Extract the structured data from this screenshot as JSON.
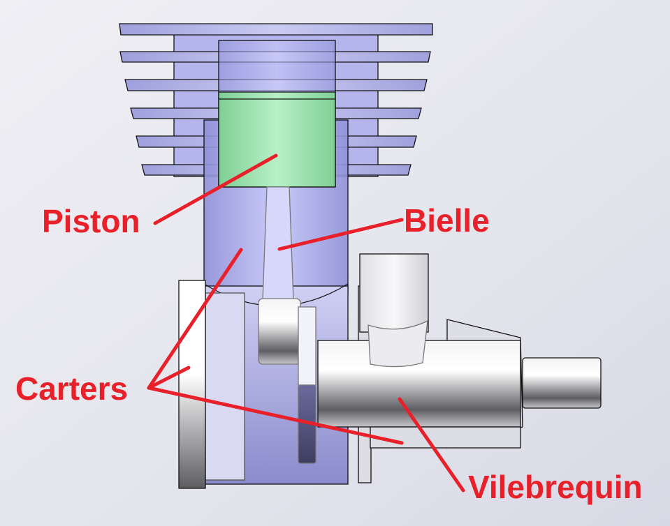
{
  "title": "Engine cross-section diagram",
  "colors": {
    "label": "#e8202a",
    "cylinder": "#a9aaf0",
    "piston": "#9fe3b0",
    "metal": "#e4e4ea",
    "background": "#e7e7ef"
  },
  "labels": {
    "piston": "Piston",
    "bielle": "Bielle",
    "carters": "Carters",
    "vilebrequin": "Vilebrequin"
  }
}
